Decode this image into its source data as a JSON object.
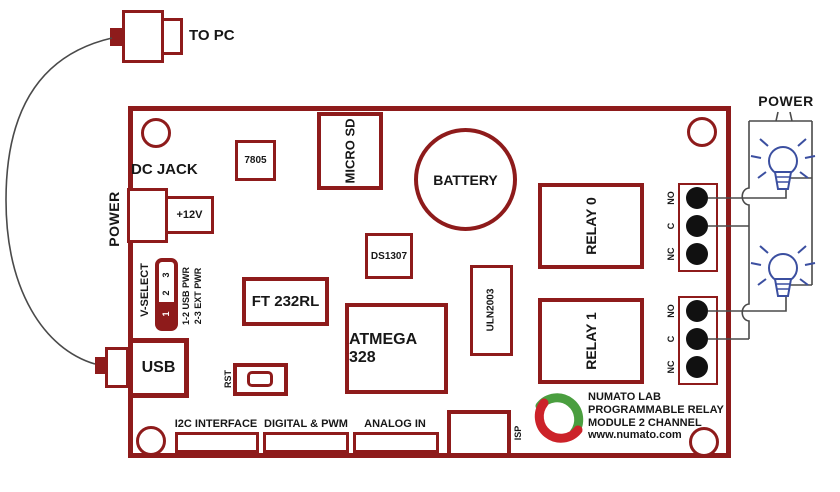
{
  "colors": {
    "board_red": "#8e1b1b",
    "wire_gray": "#4a4a4a",
    "bulb_blue": "#3b4fa0",
    "logo_green": "#4a9e3f",
    "logo_red": "#cc2229"
  },
  "external": {
    "to_pc_label": "TO PC",
    "pc_power_label": "POWER",
    "lamp_power_label": "POWER"
  },
  "board": {
    "dc_jack_label": "DC JACK",
    "dc_jack_voltage": "+12V",
    "vselect": {
      "label": "V-SELECT",
      "pins": [
        "1",
        "2",
        "3"
      ],
      "legend_usb": "1-2 USB  PWR",
      "legend_ext": "2-3 EXT PWR"
    },
    "usb_label": "USB",
    "rst_label": "RST",
    "components": {
      "regulator": "7805",
      "micro_sd": "MICRO SD",
      "battery": "BATTERY",
      "rtc": "DS1307",
      "usb_uart": "FT 232RL",
      "mcu": "ATMEGA 328",
      "relay_driver": "ULN2003",
      "relay0": "RELAY 0",
      "relay1": "RELAY 1"
    },
    "headers": {
      "i2c": "I2C INTERFACE",
      "digital_pwm": "DIGITAL & PWM",
      "analog_in": "ANALOG IN",
      "isp": "ISP"
    },
    "terminal_blocks": [
      {
        "labels": [
          "NO",
          "C",
          "NC"
        ]
      },
      {
        "labels": [
          "NO",
          "C",
          "NC"
        ]
      }
    ],
    "branding": {
      "company": "NUMATO LAB",
      "product_line1": "PROGRAMMABLE RELAY",
      "product_line2": "MODULE 2 CHANNEL",
      "website": "www.numato.com"
    }
  }
}
